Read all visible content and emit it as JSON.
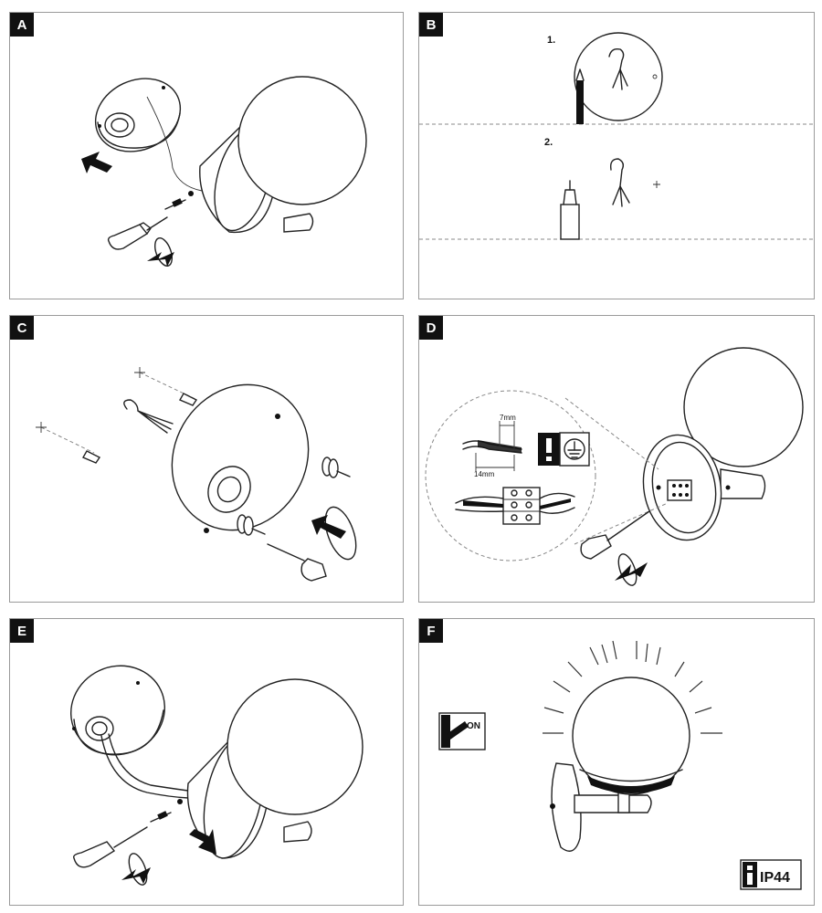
{
  "panels": [
    {
      "label": "A"
    },
    {
      "label": "B",
      "step1": "1.",
      "step2": "2."
    },
    {
      "label": "C"
    },
    {
      "label": "D",
      "dim_strip_wire": "7mm",
      "dim_strip_sheath": "14mm"
    },
    {
      "label": "E"
    },
    {
      "label": "F",
      "switch_label": "ON",
      "ip_rating": "IP44"
    }
  ],
  "icons": [
    "screwdriver-icon",
    "rotate-arrow-icon",
    "direction-arrow-icon",
    "earth-ground-icon",
    "warning-icon",
    "info-icon",
    "switch-icon"
  ]
}
